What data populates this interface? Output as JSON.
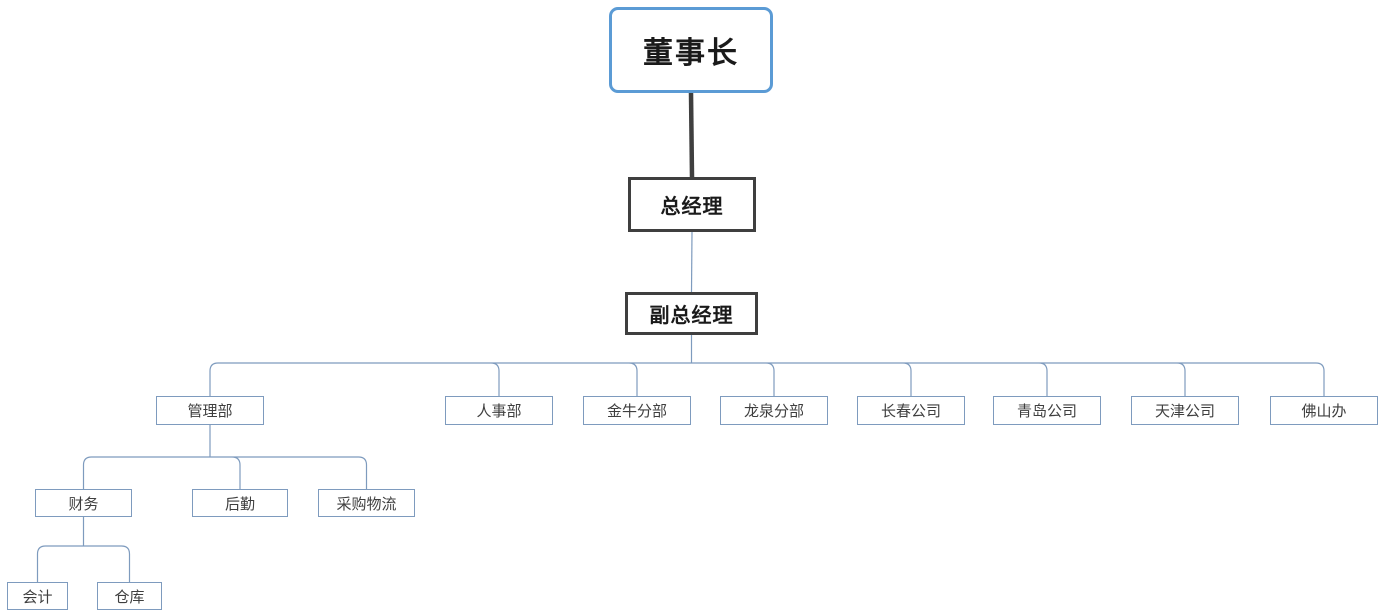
{
  "diagram": {
    "type": "org-chart",
    "nodes": [
      {
        "id": "chairman",
        "label": "董事长",
        "level": "root"
      },
      {
        "id": "general-manager",
        "label": "总经理",
        "level": "executive"
      },
      {
        "id": "deputy-general-manager",
        "label": "副总经理",
        "level": "executive"
      },
      {
        "id": "management-dept",
        "label": "管理部",
        "level": "unit"
      },
      {
        "id": "hr-dept",
        "label": "人事部",
        "level": "unit"
      },
      {
        "id": "jinniu-branch",
        "label": "金牛分部",
        "level": "unit"
      },
      {
        "id": "longquan-branch",
        "label": "龙泉分部",
        "level": "unit"
      },
      {
        "id": "changchun-company",
        "label": "长春公司",
        "level": "unit"
      },
      {
        "id": "qingdao-company",
        "label": "青岛公司",
        "level": "unit"
      },
      {
        "id": "tianjin-company",
        "label": "天津公司",
        "level": "unit"
      },
      {
        "id": "foshan-office",
        "label": "佛山办",
        "level": "unit"
      },
      {
        "id": "finance",
        "label": "财务",
        "level": "unit"
      },
      {
        "id": "logistics",
        "label": "后勤",
        "level": "unit"
      },
      {
        "id": "procurement-logistics",
        "label": "采购物流",
        "level": "unit"
      },
      {
        "id": "accounting",
        "label": "会计",
        "level": "unit"
      },
      {
        "id": "warehouse",
        "label": "仓库",
        "level": "unit"
      }
    ],
    "links": [
      {
        "parent": "chairman",
        "children": [
          "general-manager"
        ],
        "style": "thick-direct"
      },
      {
        "parent": "general-manager",
        "children": [
          "deputy-general-manager"
        ],
        "style": "direct"
      },
      {
        "parent": "deputy-general-manager",
        "children": [
          "management-dept",
          "hr-dept",
          "jinniu-branch",
          "longquan-branch",
          "changchun-company",
          "qingdao-company",
          "tianjin-company",
          "foshan-office"
        ],
        "style": "bus"
      },
      {
        "parent": "management-dept",
        "children": [
          "finance",
          "logistics",
          "procurement-logistics"
        ],
        "style": "bus"
      },
      {
        "parent": "finance",
        "children": [
          "accounting",
          "warehouse"
        ],
        "style": "bus"
      }
    ],
    "colors": {
      "background": "#ffffff",
      "root_border": "#5b9bd5",
      "executive_border": "#3f3f3f",
      "unit_border": "#7e9bbe",
      "connector": "#7e9bbe",
      "thick_connector": "#3f3f3f",
      "heading_text": "#1a1a1a",
      "node_text": "#3f3f3f"
    }
  }
}
